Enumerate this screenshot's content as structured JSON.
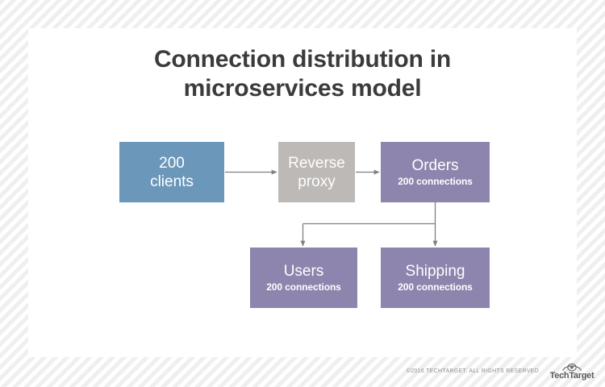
{
  "title": {
    "line1": "Connection distribution in",
    "line2": "microservices model"
  },
  "diagram": {
    "type": "flowchart",
    "nodes": [
      {
        "id": "clients",
        "label_line1": "200",
        "label_line2": "clients",
        "sub": "",
        "color": "#6b97bb",
        "shape": "rectangle"
      },
      {
        "id": "proxy",
        "label_line1": "Reverse",
        "label_line2": "proxy",
        "sub": "",
        "color": "#bdb9b6",
        "shape": "rectangle"
      },
      {
        "id": "orders",
        "label_line1": "Orders",
        "label_line2": "",
        "sub": "200 connections",
        "color": "#8d85ad",
        "shape": "rectangle"
      },
      {
        "id": "users",
        "label_line1": "Users",
        "label_line2": "",
        "sub": "200 connections",
        "color": "#8d85ad",
        "shape": "rectangle"
      },
      {
        "id": "shipping",
        "label_line1": "Shipping",
        "label_line2": "",
        "sub": "200 connections",
        "color": "#8d85ad",
        "shape": "rectangle"
      }
    ],
    "edges": [
      {
        "from": "clients",
        "to": "proxy",
        "style": "arrow"
      },
      {
        "from": "proxy",
        "to": "orders",
        "style": "arrow"
      },
      {
        "from": "orders",
        "to": "users",
        "style": "arrow-elbow"
      },
      {
        "from": "orders",
        "to": "shipping",
        "style": "arrow"
      }
    ],
    "edge_color": "#808080"
  },
  "footer": {
    "copyright": "©2016 TECHTARGET. ALL RIGHTS RESERVED",
    "brand": "TechTarget"
  },
  "colors": {
    "background": "#f2f2f2",
    "card": "#ffffff",
    "blue": "#6b97bb",
    "gray": "#bdb9b6",
    "purple": "#8d85ad",
    "title_text": "#3b3b3b"
  }
}
